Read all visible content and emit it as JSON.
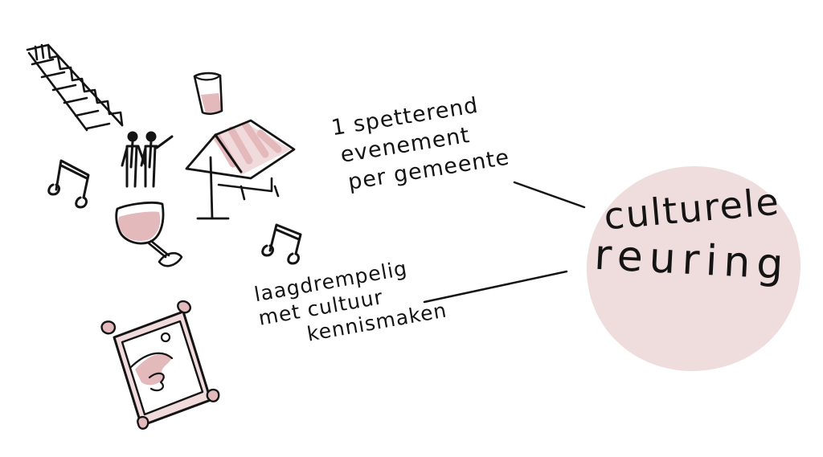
{
  "hub": {
    "line1": "culturele",
    "line2": "reuring",
    "fill_color": "#efdcdc"
  },
  "branches": [
    {
      "lines": [
        "1 spetterend",
        "evenement",
        "per gemeente"
      ]
    },
    {
      "lines": [
        "laagdrempelig",
        "met cultuur",
        "kennismaken"
      ]
    }
  ],
  "icons": [
    "stairs-icon",
    "drink-cup-icon",
    "music-note-icon",
    "two-people-icon",
    "market-stall-icon",
    "wine-glass-icon",
    "music-note-icon",
    "framed-painting-icon"
  ],
  "colors": {
    "ink": "#141414",
    "accent": "#e3b9bb"
  }
}
